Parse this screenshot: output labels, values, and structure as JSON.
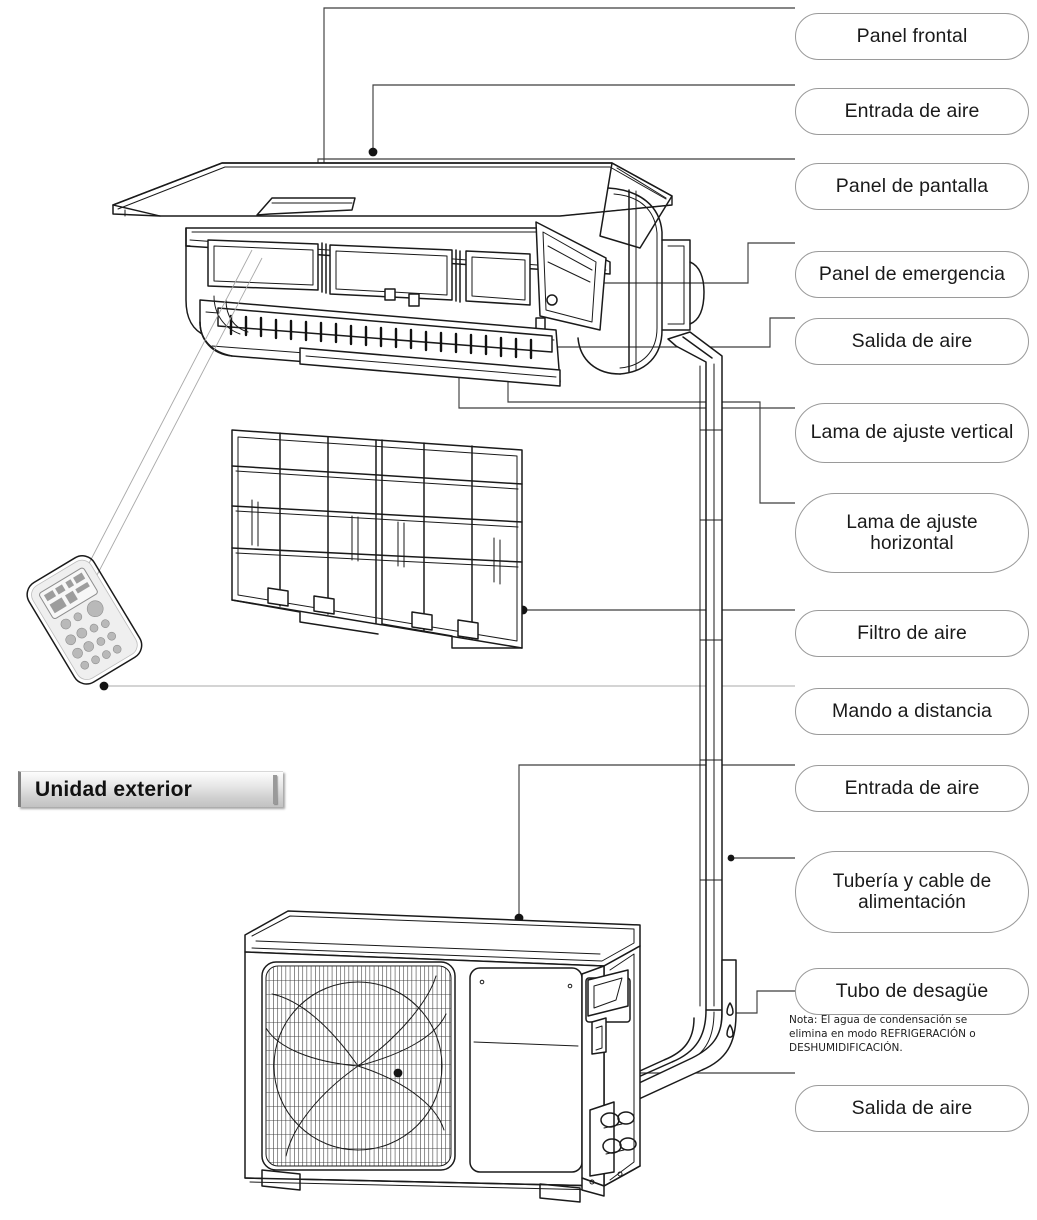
{
  "document": {
    "kind": "air-conditioner-parts-diagram",
    "language": "es"
  },
  "section_title": {
    "outdoor_unit": "Unidad exterior"
  },
  "callouts": [
    {
      "id": "panel-frontal",
      "label": "Panel frontal",
      "lines": [
        "Panel frontal"
      ]
    },
    {
      "id": "entrada-de-aire-1",
      "label": "Entrada de aire",
      "lines": [
        "Entrada de aire"
      ]
    },
    {
      "id": "panel-de-pantalla",
      "label": "Panel de pantalla",
      "lines": [
        "Panel de pantalla"
      ]
    },
    {
      "id": "panel-de-emergencia",
      "label": "Panel de emergencia",
      "lines": [
        "Panel de emergencia"
      ]
    },
    {
      "id": "salida-de-aire-1",
      "label": "Salida de aire",
      "lines": [
        "Salida de aire"
      ]
    },
    {
      "id": "lama-vertical",
      "label": "Lama de ajuste vertical",
      "lines": [
        "Lama de ajuste vertical"
      ]
    },
    {
      "id": "lama-horizontal",
      "label": "Lama de ajuste horizontal",
      "lines": [
        "Lama de ajuste",
        "horizontal"
      ]
    },
    {
      "id": "filtro-de-aire",
      "label": "Filtro de aire",
      "lines": [
        "Filtro de aire"
      ]
    },
    {
      "id": "mando-a-distancia",
      "label": "Mando a distancia",
      "lines": [
        "Mando a distancia"
      ]
    },
    {
      "id": "entrada-de-aire-2",
      "label": "Entrada de aire",
      "lines": [
        "Entrada de aire"
      ]
    },
    {
      "id": "tuberia-y-cable",
      "label": "Tubería y cable de alimentación",
      "lines": [
        "Tubería y cable de",
        "alimentación"
      ]
    },
    {
      "id": "tubo-de-desague",
      "label": "Tubo de desagüe",
      "lines": [
        "Tubo de desagüe"
      ]
    },
    {
      "id": "salida-de-aire-2",
      "label": "Salida de aire",
      "lines": [
        "Salida de aire"
      ]
    }
  ],
  "note": {
    "lines": [
      "Nota: El agua de condensación se",
      "elimina en modo REFRIGERACIÓN o",
      "DESHUMIDIFICACIÓN."
    ],
    "full_text": "Nota: El agua de condensación se elimina en modo REFRIGERACIÓN o DESHUMIDIFICACIÓN."
  },
  "illustrations": [
    {
      "id": "indoor-unit",
      "name": "unidad-interior-despiece"
    },
    {
      "id": "air-filter",
      "name": "filtro-de-aire-rejilla"
    },
    {
      "id": "remote",
      "name": "mando-a-distancia"
    },
    {
      "id": "outdoor-unit",
      "name": "unidad-exterior-condensadora"
    },
    {
      "id": "pipe-run",
      "name": "tuberia-y-cable"
    },
    {
      "id": "drain-pipe",
      "name": "tubo-de-desague"
    }
  ],
  "colors": {
    "line": "#1a1a1a",
    "pill_border": "#9a9a9a",
    "leader": "#4a4a4a",
    "background": "#ffffff",
    "title_band": "#cfcfcf"
  }
}
